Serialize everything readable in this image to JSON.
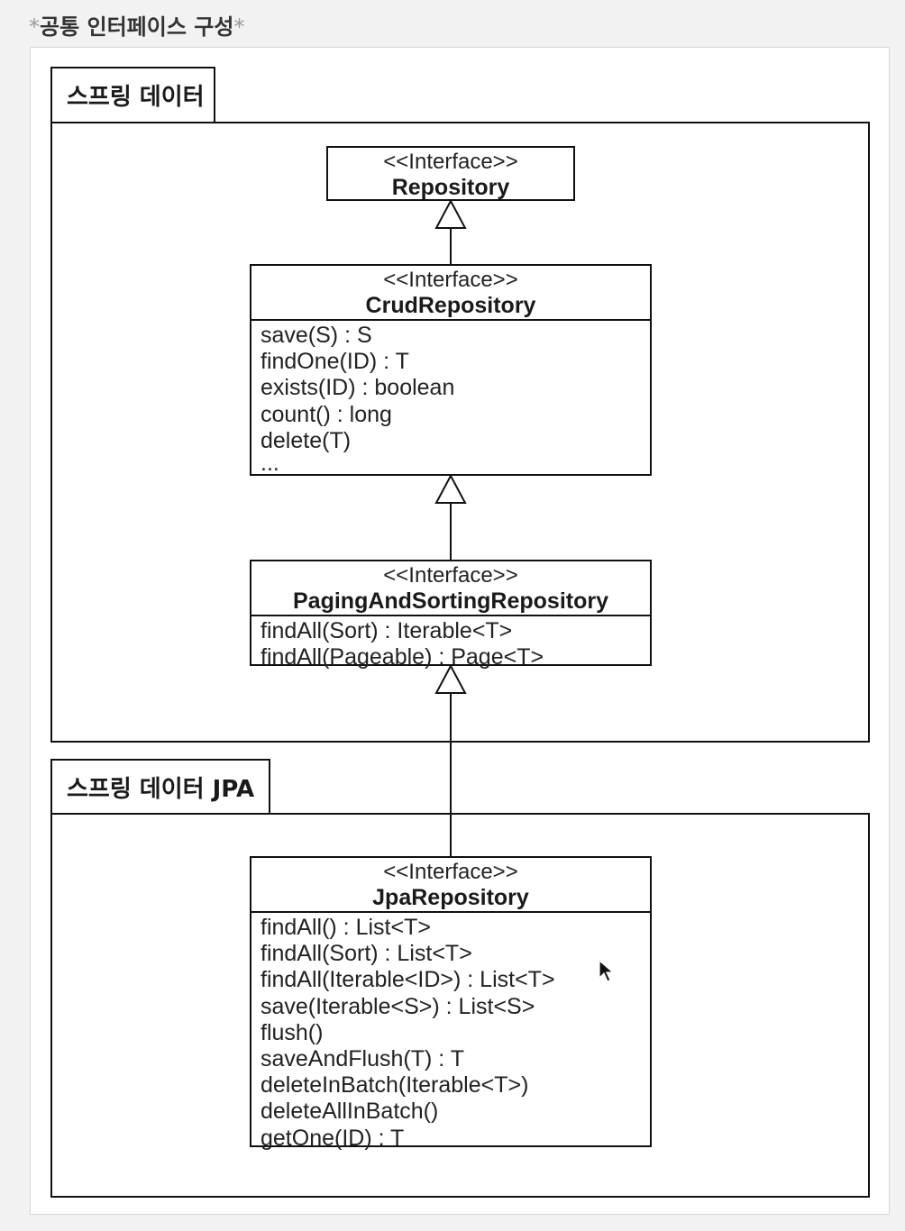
{
  "caption": {
    "text": "공통 인터페이스 구성",
    "decor": "*"
  },
  "packages": [
    {
      "id": "spring-data",
      "label": "스프링 데이터"
    },
    {
      "id": "spring-data-jpa",
      "label": "스프링 데이터 JPA"
    }
  ],
  "interfaces": {
    "repository": {
      "stereotype": "<<Interface>>",
      "name": "Repository",
      "methods": []
    },
    "crud": {
      "stereotype": "<<Interface>>",
      "name": "CrudRepository",
      "methods": [
        "save(S) : S",
        "findOne(ID) : T",
        "exists(ID) : boolean",
        "count() : long",
        "delete(T)",
        "..."
      ]
    },
    "paging": {
      "stereotype": "<<Interface>>",
      "name": "PagingAndSortingRepository",
      "methods": [
        "findAll(Sort) : Iterable<T>",
        "findAll(Pageable) : Page<T>"
      ]
    },
    "jpa": {
      "stereotype": "<<Interface>>",
      "name": "JpaRepository",
      "methods": [
        "findAll() : List<T>",
        "findAll(Sort) : List<T>",
        "findAll(Iterable<ID>) : List<T>",
        "save(Iterable<S>) : List<S>",
        "flush()",
        "saveAndFlush(T) : T",
        "deleteInBatch(Iterable<T>)",
        "deleteAllInBatch()",
        "getOne(ID) : T"
      ]
    }
  },
  "relations": [
    {
      "from": "CrudRepository",
      "to": "Repository",
      "type": "generalization"
    },
    {
      "from": "PagingAndSortingRepository",
      "to": "CrudRepository",
      "type": "generalization"
    },
    {
      "from": "JpaRepository",
      "to": "PagingAndSortingRepository",
      "type": "generalization"
    }
  ],
  "colors": {
    "line": "#111111",
    "background": "#ffffff",
    "page": "#f2f2f2"
  }
}
